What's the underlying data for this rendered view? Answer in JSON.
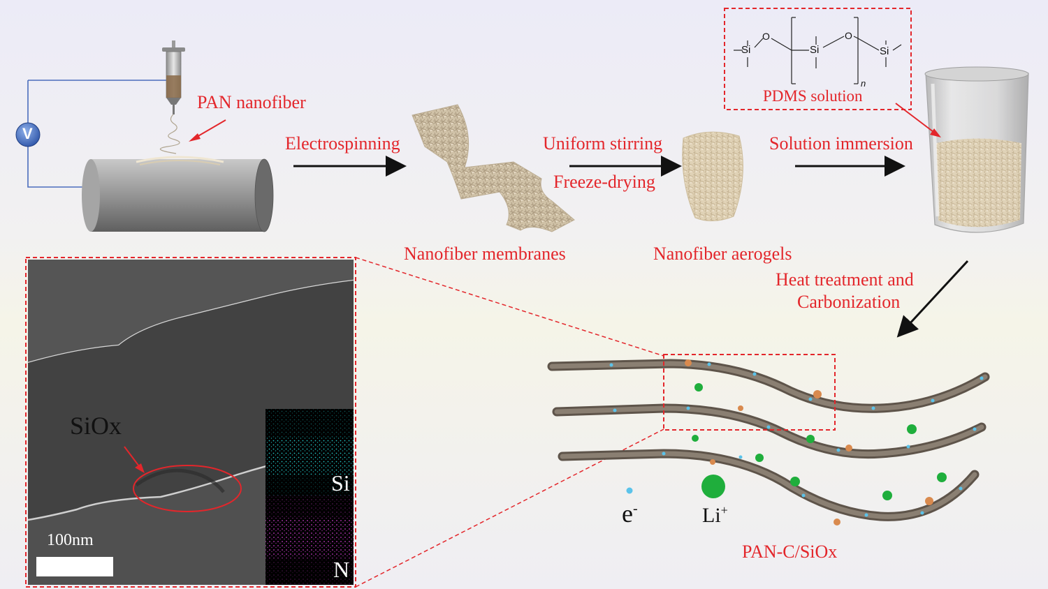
{
  "labels": {
    "pan_nanofiber": "PAN nanofiber",
    "electrospinning": "Electrospinning",
    "uniform_stirring": "Uniform stirring",
    "freeze_drying": "Freeze-drying",
    "solution_immersion": "Solution immersion",
    "pdms_solution": "PDMS solution",
    "nanofiber_membranes": "Nanofiber membranes",
    "nanofiber_aerogels": "Nanofiber aerogels",
    "heat_treatment_1": "Heat treatment and",
    "heat_treatment_2": "Carbonization",
    "product": "PAN-C/SiOx"
  },
  "voltage_symbol": "V",
  "pdms_structure": {
    "si": "Si",
    "o": "O",
    "n": "n"
  },
  "tem": {
    "phase_label": "SiOx",
    "scale_bar": "100nm",
    "map_si": "Si",
    "map_n": "N"
  },
  "legend": {
    "electron": "e",
    "electron_sup": "-",
    "lithium": "Li",
    "lithium_sup": "+"
  },
  "colors": {
    "label_red": "#e3262b",
    "arrow": "#111111",
    "fiber": "#7f7467",
    "electron_dot": "#5bc3ea",
    "lithium_dot": "#1fae3c",
    "siox_particle": "#d98a4e",
    "map_si": "#22c0c0",
    "map_n": "#c23ac2"
  }
}
